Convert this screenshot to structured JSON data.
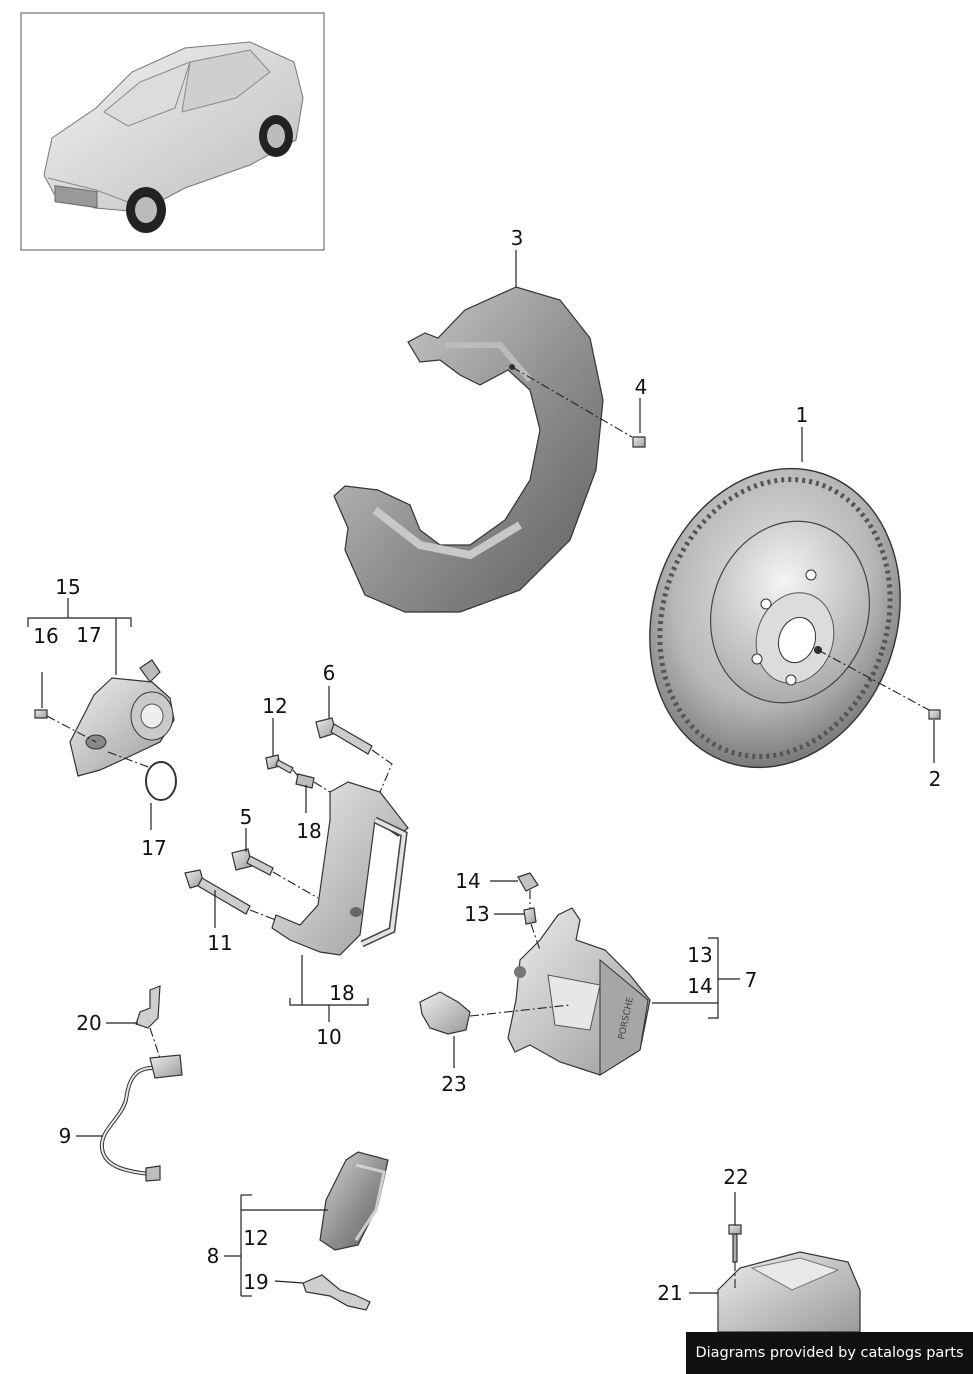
{
  "callouts": {
    "c1": "1",
    "c2": "2",
    "c3": "3",
    "c4": "4",
    "c5": "5",
    "c6": "6",
    "c7": "7",
    "c8": "8",
    "c9": "9",
    "c10": "10",
    "c11": "11",
    "c12a": "12",
    "c12b": "12",
    "c13a": "13",
    "c13b": "13",
    "c14a": "14",
    "c14b": "14",
    "c15": "15",
    "c16": "16",
    "c17a": "17",
    "c17b": "17",
    "c18a": "18",
    "c18b": "18",
    "c19": "19",
    "c20": "20",
    "c21": "21",
    "c22": "22",
    "c23": "23"
  },
  "credit": "Diagrams provided by catalogs parts"
}
